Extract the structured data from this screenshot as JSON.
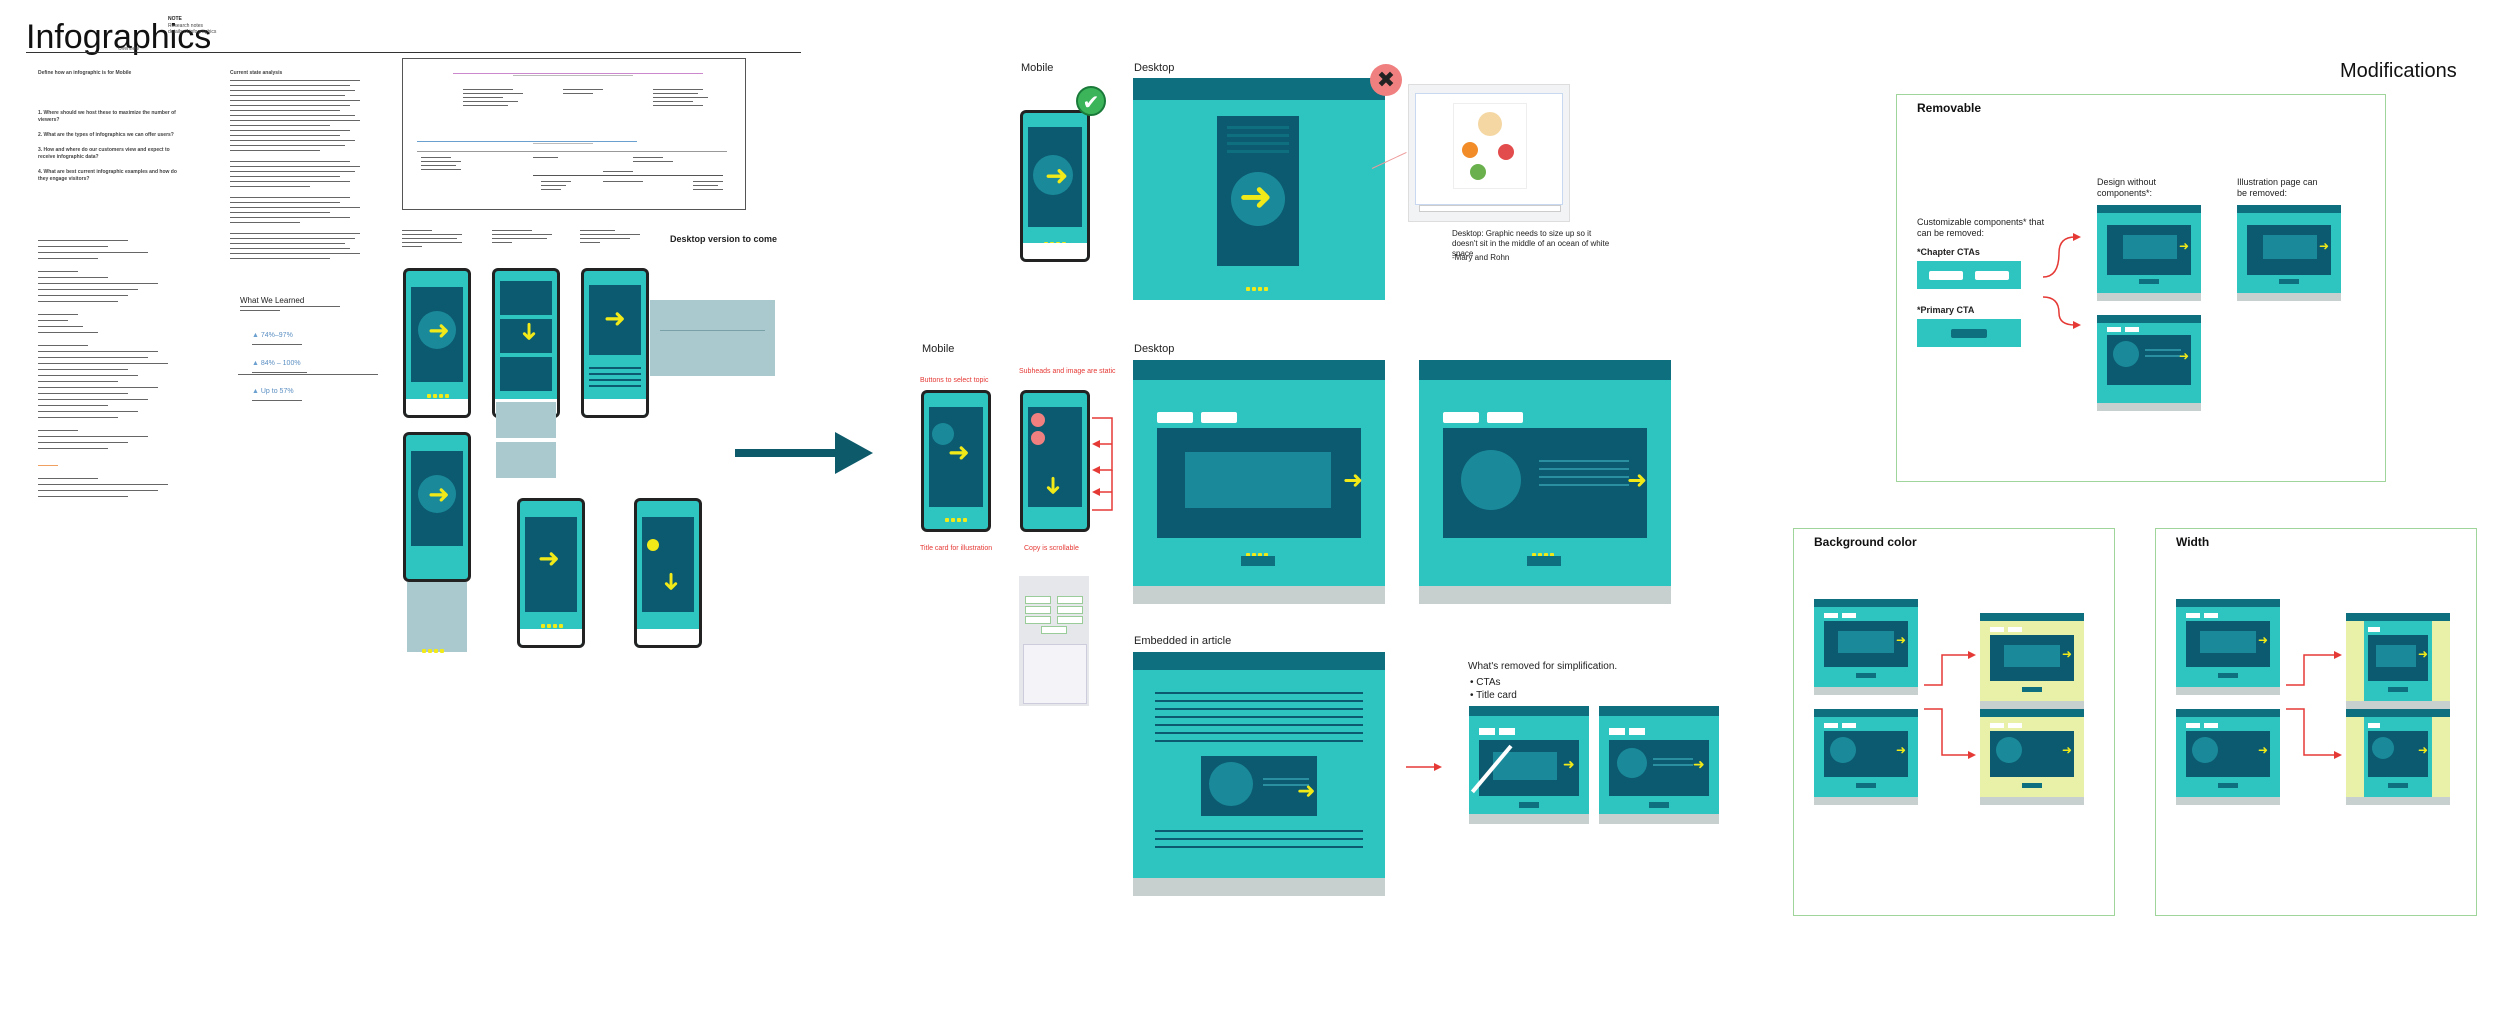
{
  "header": {
    "title": "Infographics",
    "meta_label": "NOTE",
    "meta_lines": [
      "Research notes",
      "details of infographics"
    ],
    "sub_label": "Overview"
  },
  "research": {
    "col1_title": "Define how an infographic is for Mobile",
    "col1_questions": [
      "1. Where should we host these to maximize the number of viewers?",
      "2. What are the types of infographics we can offer users?",
      "3. How and where do our customers view and expect to receive infographic data?",
      "4. What are best current infographic examples and how do they engage visitors?"
    ],
    "col2_title": "Current state analysis",
    "learned_title": "What We Learned",
    "stats": [
      "74%–97%",
      "84% – 100%",
      "Up to 57%"
    ],
    "desktop_note": "Desktop version to come"
  },
  "middle": {
    "mobile_label": "Mobile",
    "desktop_label": "Desktop",
    "desktop_note": "Desktop: Graphic needs to size up so it doesn't sit in the middle of an ocean of white space",
    "desktop_note_author": "-Mary and Rohn",
    "mobile2_label": "Mobile",
    "buttons_note": "Buttons to select topic",
    "subheads_note": "Subheads and image are static",
    "title_card_note": "Title card for illustration",
    "copy_note": "Copy is scrollable",
    "desktop2_label": "Desktop",
    "embedded_label": "Embedded in article",
    "removed_title": "What's removed for simplification.",
    "removed_items": [
      "CTAs",
      "Title card"
    ]
  },
  "modifications": {
    "title": "Modifications",
    "removable": {
      "title": "Removable",
      "customizable": "Customizable components* that can be removed:",
      "chapter_ctas": "*Chapter CTAs",
      "primary_cta": "*Primary CTA",
      "design_without": "Design without components*:",
      "illustration_page": "Illustration page can be removed:"
    },
    "background_color": {
      "title": "Background color"
    },
    "width": {
      "title": "Width"
    }
  },
  "colors": {
    "teal": "#2ec4c0",
    "dark_teal": "#0e6f7e",
    "navy": "#0b5a70",
    "yellow": "#f2ea18",
    "red": "#e53935",
    "green_frame": "#9fd49a",
    "pale_yellow": "#e9f0a8",
    "arrow": "#0d5a6b"
  },
  "icons": [
    "check-icon",
    "close-icon",
    "big-arrow-icon"
  ]
}
